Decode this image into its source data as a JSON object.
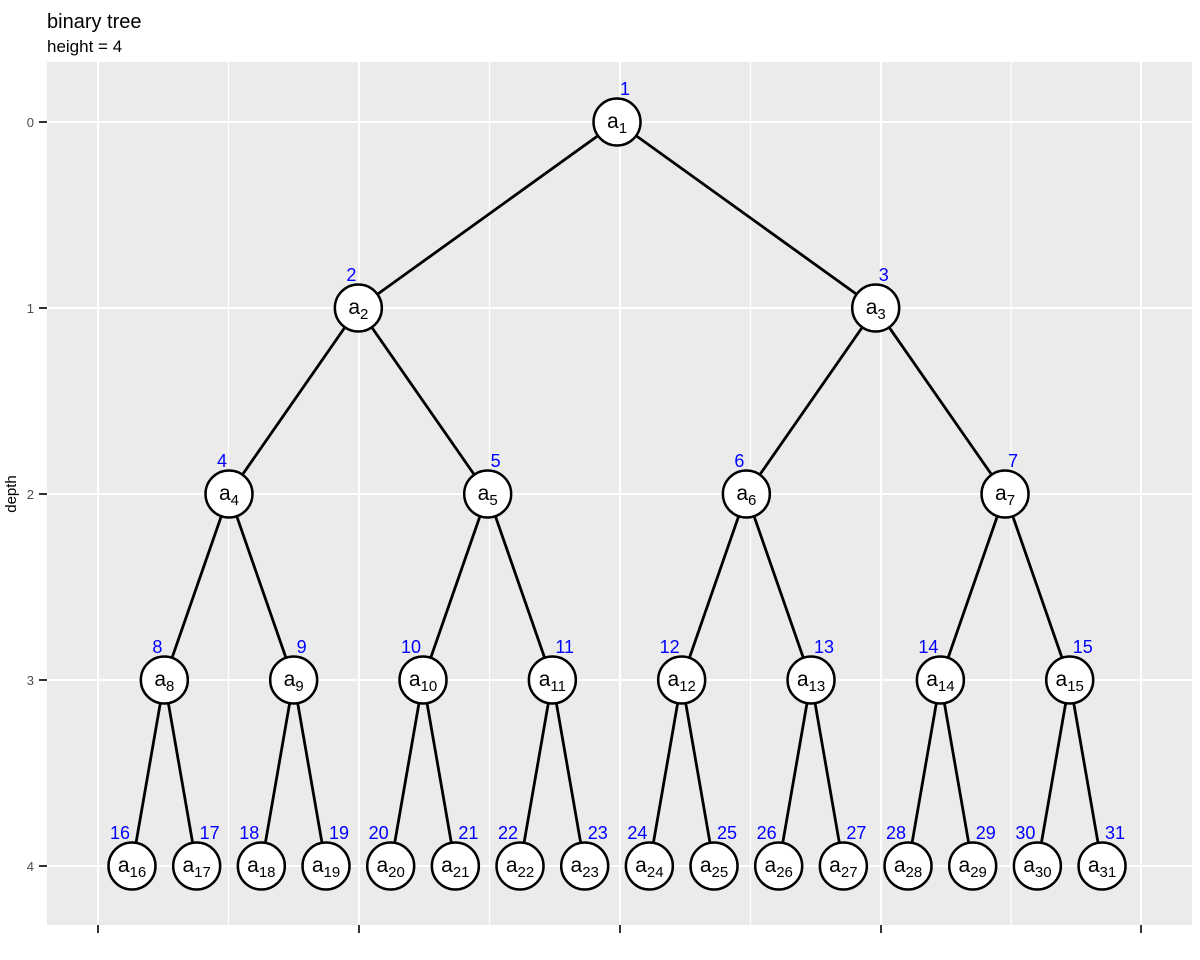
{
  "title": "binary tree",
  "subtitle": "height = 4",
  "axis": {
    "y_label": "depth",
    "y_ticks": [
      "0",
      "1",
      "2",
      "3",
      "4"
    ]
  },
  "colors": {
    "panel_bg": "#EBEBEB",
    "grid": "#FFFFFF",
    "edge": "#000000",
    "node_fill": "#FFFFFF",
    "node_stroke": "#000000",
    "node_text": "#000000",
    "id_label": "#0000FF",
    "axis_text": "#4D4D4D",
    "tick_mark": "#333333",
    "title_text": "#000000"
  },
  "tree": {
    "type": "complete-binary-tree",
    "height": 4,
    "node_count": 31,
    "nodes": [
      {
        "id": 1,
        "label": "a",
        "sub": "1",
        "depth": 0
      },
      {
        "id": 2,
        "label": "a",
        "sub": "2",
        "depth": 1
      },
      {
        "id": 3,
        "label": "a",
        "sub": "3",
        "depth": 1
      },
      {
        "id": 4,
        "label": "a",
        "sub": "4",
        "depth": 2
      },
      {
        "id": 5,
        "label": "a",
        "sub": "5",
        "depth": 2
      },
      {
        "id": 6,
        "label": "a",
        "sub": "6",
        "depth": 2
      },
      {
        "id": 7,
        "label": "a",
        "sub": "7",
        "depth": 2
      },
      {
        "id": 8,
        "label": "a",
        "sub": "8",
        "depth": 3
      },
      {
        "id": 9,
        "label": "a",
        "sub": "9",
        "depth": 3
      },
      {
        "id": 10,
        "label": "a",
        "sub": "10",
        "depth": 3
      },
      {
        "id": 11,
        "label": "a",
        "sub": "11",
        "depth": 3
      },
      {
        "id": 12,
        "label": "a",
        "sub": "12",
        "depth": 3
      },
      {
        "id": 13,
        "label": "a",
        "sub": "13",
        "depth": 3
      },
      {
        "id": 14,
        "label": "a",
        "sub": "14",
        "depth": 3
      },
      {
        "id": 15,
        "label": "a",
        "sub": "15",
        "depth": 3
      },
      {
        "id": 16,
        "label": "a",
        "sub": "16",
        "depth": 4
      },
      {
        "id": 17,
        "label": "a",
        "sub": "17",
        "depth": 4
      },
      {
        "id": 18,
        "label": "a",
        "sub": "18",
        "depth": 4
      },
      {
        "id": 19,
        "label": "a",
        "sub": "19",
        "depth": 4
      },
      {
        "id": 20,
        "label": "a",
        "sub": "20",
        "depth": 4
      },
      {
        "id": 21,
        "label": "a",
        "sub": "21",
        "depth": 4
      },
      {
        "id": 22,
        "label": "a",
        "sub": "22",
        "depth": 4
      },
      {
        "id": 23,
        "label": "a",
        "sub": "23",
        "depth": 4
      },
      {
        "id": 24,
        "label": "a",
        "sub": "24",
        "depth": 4
      },
      {
        "id": 25,
        "label": "a",
        "sub": "25",
        "depth": 4
      },
      {
        "id": 26,
        "label": "a",
        "sub": "26",
        "depth": 4
      },
      {
        "id": 27,
        "label": "a",
        "sub": "27",
        "depth": 4
      },
      {
        "id": 28,
        "label": "a",
        "sub": "28",
        "depth": 4
      },
      {
        "id": 29,
        "label": "a",
        "sub": "29",
        "depth": 4
      },
      {
        "id": 30,
        "label": "a",
        "sub": "30",
        "depth": 4
      },
      {
        "id": 31,
        "label": "a",
        "sub": "31",
        "depth": 4
      }
    ]
  }
}
